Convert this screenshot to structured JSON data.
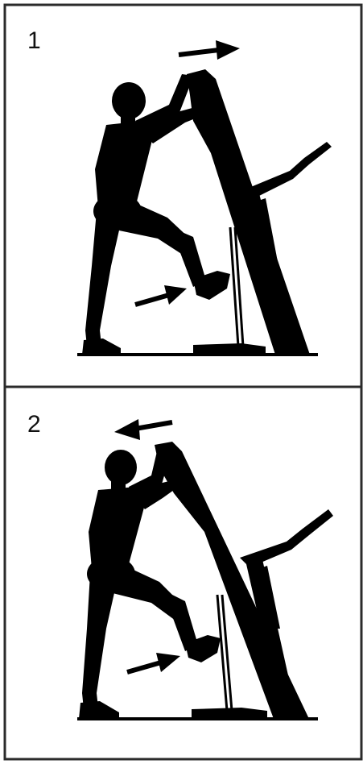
{
  "steps": [
    {
      "number": "1"
    },
    {
      "number": "2"
    }
  ],
  "colors": {
    "ink": "#000000",
    "border": "#2b2b2b",
    "background": "#ffffff"
  },
  "icons": [
    "person-silhouette",
    "treadmill-silhouette",
    "arrow-right-icon",
    "arrow-left-icon"
  ]
}
